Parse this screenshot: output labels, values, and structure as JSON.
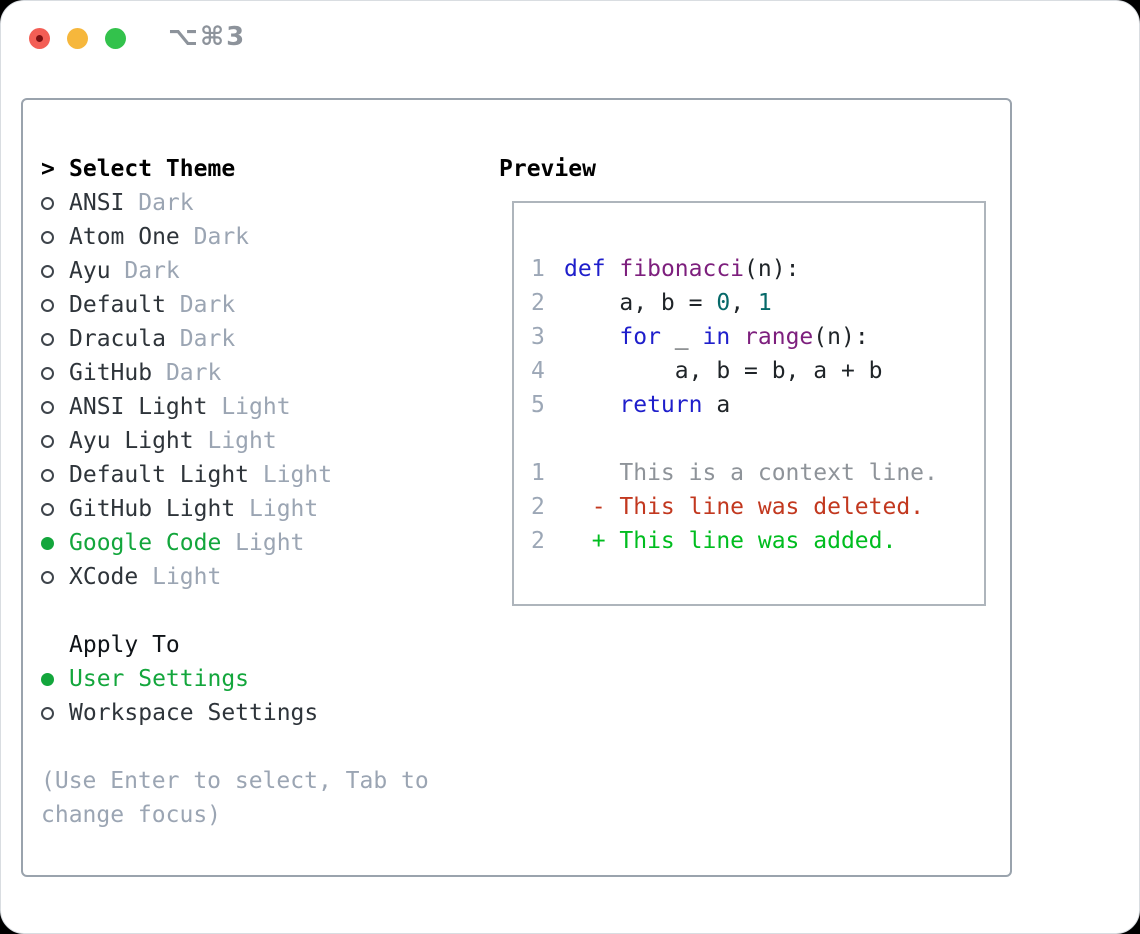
{
  "window": {
    "title": "⌥⌘3",
    "traffic_lights": [
      "close",
      "minimize",
      "zoom"
    ]
  },
  "theme_selector": {
    "cursor": ">",
    "title": "Select Theme",
    "items": [
      {
        "label": "ANSI",
        "tag": "Dark",
        "selected": false
      },
      {
        "label": "Atom One",
        "tag": "Dark",
        "selected": false
      },
      {
        "label": "Ayu",
        "tag": "Dark",
        "selected": false
      },
      {
        "label": "Default",
        "tag": "Dark",
        "selected": false
      },
      {
        "label": "Dracula",
        "tag": "Dark",
        "selected": false
      },
      {
        "label": "GitHub",
        "tag": "Dark",
        "selected": false
      },
      {
        "label": "ANSI Light",
        "tag": "Light",
        "selected": false
      },
      {
        "label": "Ayu Light",
        "tag": "Light",
        "selected": false
      },
      {
        "label": "Default Light",
        "tag": "Light",
        "selected": false
      },
      {
        "label": "GitHub Light",
        "tag": "Light",
        "selected": false
      },
      {
        "label": "Google Code",
        "tag": "Light",
        "selected": true
      },
      {
        "label": "XCode",
        "tag": "Light",
        "selected": false
      }
    ],
    "apply_to": {
      "title": "Apply To",
      "options": [
        {
          "label": "User Settings",
          "selected": true
        },
        {
          "label": "Workspace Settings",
          "selected": false
        }
      ]
    },
    "hint_lines": [
      "(Use Enter to select, Tab to",
      "change focus)"
    ]
  },
  "preview": {
    "title": "Preview",
    "code_lines": [
      {
        "num": "1",
        "tokens": [
          {
            "type": "kw",
            "text": "def"
          },
          {
            "type": "pln",
            "text": " "
          },
          {
            "type": "typ",
            "text": "fibonacci"
          },
          {
            "type": "pln",
            "text": "(n):"
          }
        ]
      },
      {
        "num": "2",
        "tokens": [
          {
            "type": "pln",
            "text": "    a, b = "
          },
          {
            "type": "lit",
            "text": "0"
          },
          {
            "type": "pln",
            "text": ", "
          },
          {
            "type": "lit",
            "text": "1"
          }
        ]
      },
      {
        "num": "3",
        "tokens": [
          {
            "type": "pln",
            "text": "    "
          },
          {
            "type": "kw",
            "text": "for"
          },
          {
            "type": "pln",
            "text": " _ "
          },
          {
            "type": "kw",
            "text": "in"
          },
          {
            "type": "pln",
            "text": " "
          },
          {
            "type": "typ",
            "text": "range"
          },
          {
            "type": "pln",
            "text": "(n):"
          }
        ]
      },
      {
        "num": "4",
        "tokens": [
          {
            "type": "pln",
            "text": "        a, b = b, a + b"
          }
        ]
      },
      {
        "num": "5",
        "tokens": [
          {
            "type": "pln",
            "text": "    "
          },
          {
            "type": "kw",
            "text": "return"
          },
          {
            "type": "pln",
            "text": " a"
          }
        ]
      }
    ],
    "diff_lines": [
      {
        "num": "1",
        "kind": "context",
        "text": "    This is a context line."
      },
      {
        "num": "2",
        "kind": "deleted",
        "text": "  - This line was deleted."
      },
      {
        "num": "2",
        "kind": "added",
        "text": "  + This line was added."
      }
    ]
  },
  "colors": {
    "accent_green": "#13a63c",
    "keyword_blue": "#1e1ecb",
    "type_purple": "#7d1f7d",
    "literal_teal": "#066969",
    "diff_deleted_red": "#c2381f",
    "diff_added_green": "#00bd1f",
    "muted_gray": "#9ba5b3",
    "tl_red": "#f35e55",
    "tl_yellow": "#f6b73c",
    "tl_green": "#33c24c"
  }
}
